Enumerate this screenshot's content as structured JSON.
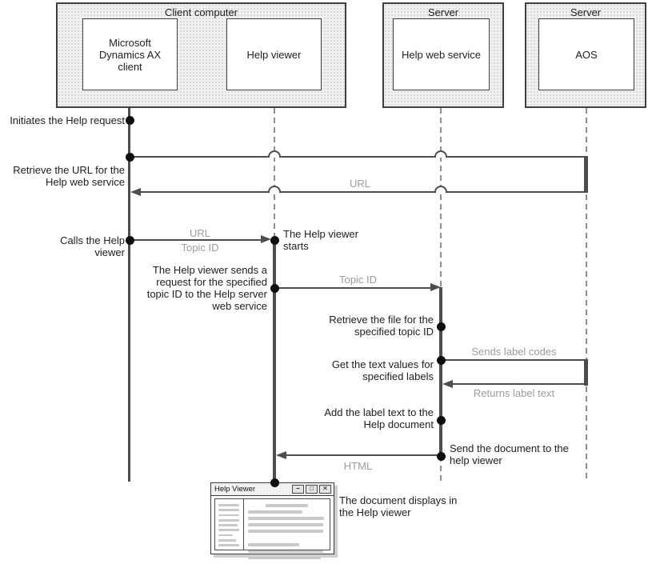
{
  "containers": {
    "client": {
      "title": "Client computer"
    },
    "server_web": {
      "title": "Server"
    },
    "server_aos": {
      "title": "Server"
    }
  },
  "nodes": {
    "dynamics_client": "Microsoft Dynamics AX client",
    "help_viewer": "Help viewer",
    "help_web_service": "Help web service",
    "aos": "AOS"
  },
  "steps": {
    "initiates": "Initiates the Help request",
    "retrieve_url": "Retrieve the URL for the Help web service",
    "calls_viewer": "Calls the Help viewer",
    "viewer_starts": "The Help viewer starts",
    "viewer_sends": "The Help viewer sends a request for the specified topic ID to the Help server web service",
    "retrieve_file": "Retrieve the file for the specified topic ID",
    "get_text": "Get the text values for specified labels",
    "add_label": "Add the label text to the Help document",
    "send_document": "Send the document to the help viewer",
    "document_displays": "The document displays in the Help viewer"
  },
  "message_labels": {
    "url_return": "URL",
    "call_url": "URL",
    "call_topic_id": "Topic ID",
    "topic_id": "Topic ID",
    "sends_label_codes": "Sends label codes",
    "returns_label_text": "Returns label text",
    "html": "HTML"
  },
  "help_viewer_window": {
    "title": "Help Viewer",
    "minimize_glyph": "–",
    "maximize_glyph": "□",
    "close_glyph": "✕"
  },
  "colors": {
    "line": "#4d4d4d",
    "muted_label": "#9c9c9c",
    "container_fill": "#f1f1f1",
    "dot": "#0f0f0f",
    "skeleton_bar": "#c9c9c9"
  }
}
